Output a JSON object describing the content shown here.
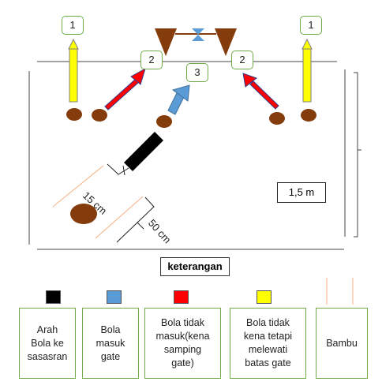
{
  "markers": {
    "one_left": "1",
    "one_right": "1",
    "two_left": "2",
    "two_right": "2",
    "three": "3"
  },
  "dimensions": {
    "fifteen_cm": "15 cm",
    "fifty_cm": "50 cm",
    "scale": "1,5 m"
  },
  "legend": {
    "title": "keterangan",
    "items": [
      {
        "color": "#000000",
        "label": "Arah\nBola ke\nsasasran"
      },
      {
        "color": "#5b9bd5",
        "label": "Bola\nmasuk\ngate"
      },
      {
        "color": "#ff0000",
        "label": "Bola tidak\nmasuk(kena\nsamping\ngate)"
      },
      {
        "color": "#ffff00",
        "label": "Bola tidak\nkena tetapi\nmelewati\nbatas gate"
      },
      {
        "color": "#f4b183",
        "label": "Bambu"
      }
    ]
  },
  "colors": {
    "ball": "#843c0c",
    "gate": "#843c0c",
    "yellow_arrow": "#ffff00",
    "red_arrow": "#ff0000",
    "blue_arrow": "#5b9bd5",
    "box_border": "#70ad47"
  }
}
